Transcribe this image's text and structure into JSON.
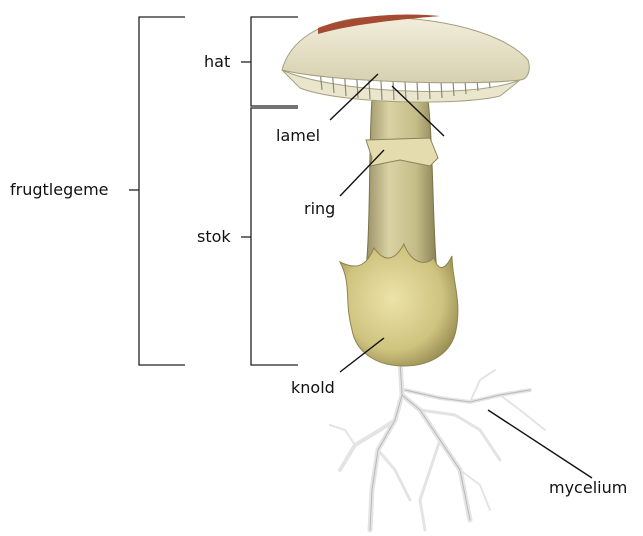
{
  "labels": {
    "hat": "hat",
    "lamel": "lamel",
    "ring": "ring",
    "stok": "stok",
    "frugtlegeme": "frugtlegeme",
    "knold": "knold",
    "mycelium": "mycelium"
  },
  "colors": {
    "cap_top": "#e8e2c6",
    "cap_rim": "#a54a33",
    "gills": "#f1efd8",
    "stem": "#c9c08e",
    "stem_shadow": "#9e9466",
    "volva": "#d6cc8a",
    "mycelium": "#e7e7e7",
    "line": "#222222"
  }
}
